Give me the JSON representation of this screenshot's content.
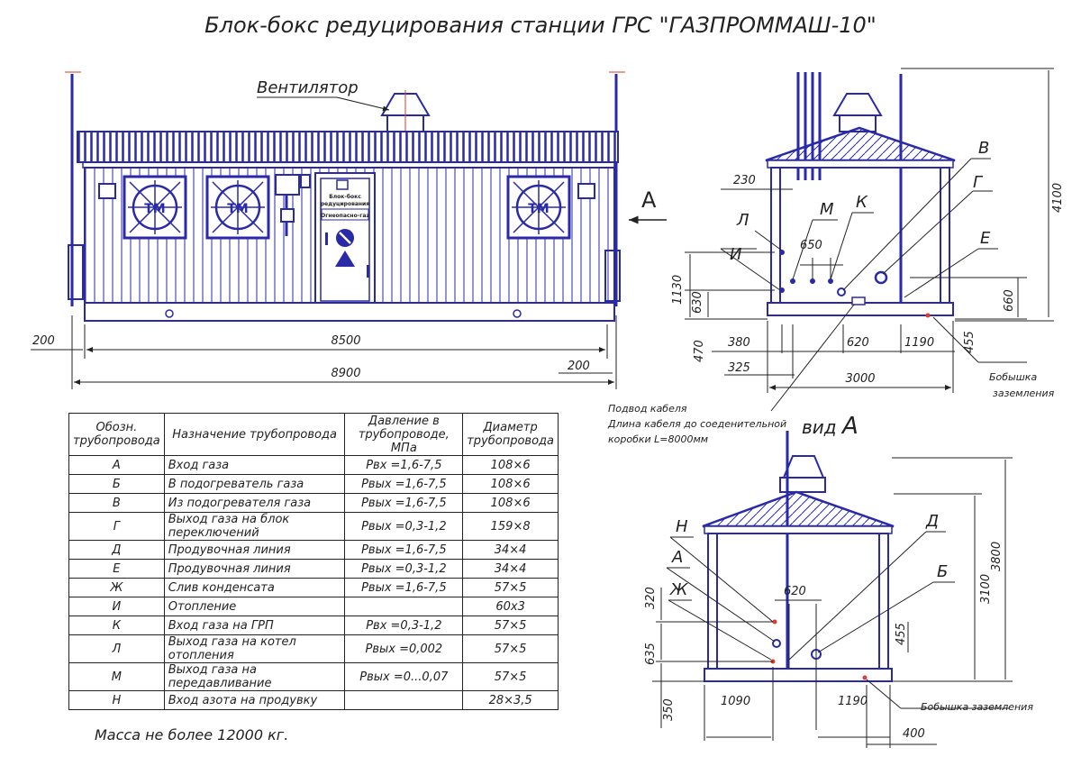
{
  "title": "Блок-бокс редуцирования станции ГРС \"ГАЗПРОММАШ-10\"",
  "front_view": {
    "ventilator_label": "Вентилятор",
    "direction_label": "А",
    "door_plate_line1": "Блок-бокс",
    "door_plate_line2": "редуцирования",
    "door_plate_line3": "Огнеопасно-газ",
    "window_emblem": "ТМ",
    "dim_8500": "8500",
    "dim_8900": "8900",
    "dim_200_left": "200",
    "dim_200_right": "200"
  },
  "side_view": {
    "labels": {
      "V": "В",
      "G": "Г",
      "E": "Е",
      "L": "Л",
      "M": "М",
      "K": "К",
      "I": "И"
    },
    "dims": {
      "d230": "230",
      "d650": "650",
      "d1130": "1130",
      "d630": "630",
      "d660": "660",
      "d4100": "4100",
      "d470": "470",
      "d380": "380",
      "d325": "325",
      "d620": "620",
      "d1190": "1190",
      "d455": "455",
      "d3000": "3000"
    },
    "grounding_line1": "Бобышка",
    "grounding_line2": "заземления"
  },
  "cable": {
    "line1": "Подвод кабеля",
    "line2": "Длина кабеля до соеденительной",
    "line3": "коробки L=8000мм"
  },
  "view_a": {
    "title_word": "вид",
    "title_letter": "А",
    "labels": {
      "N": "Н",
      "A": "А",
      "Zh": "Ж",
      "D": "Д",
      "B": "Б"
    },
    "dims": {
      "d320": "320",
      "d620": "620",
      "d455": "455",
      "d3100": "3100",
      "d3800": "3800",
      "d635": "635",
      "d350": "350",
      "d1090": "1090",
      "d1190": "1190",
      "d400": "400"
    },
    "grounding": "Бобышка заземления"
  },
  "table": {
    "headers": [
      "Обозн. трубопровода",
      "Назначение трубопровода",
      "Давление в трубопроводе, МПа",
      "Диаметр трубопровода"
    ],
    "rows": [
      {
        "code": "А",
        "purpose": "Вход газа",
        "pressure": "Pвх =1,6-7,5",
        "diameter": "108×6"
      },
      {
        "code": "Б",
        "purpose": "В подогреватель газа",
        "pressure": "Pвых =1,6-7,5",
        "diameter": "108×6"
      },
      {
        "code": "В",
        "purpose": "Из подогревателя газа",
        "pressure": "Pвых =1,6-7,5",
        "diameter": "108×6"
      },
      {
        "code": "Г",
        "purpose": "Выход газа на блок переключений",
        "pressure": "Pвых =0,3-1,2",
        "diameter": "159×8"
      },
      {
        "code": "Д",
        "purpose": "Продувочная линия",
        "pressure": "Pвых =1,6-7,5",
        "diameter": "34×4"
      },
      {
        "code": "Е",
        "purpose": "Продувочная линия",
        "pressure": "Pвых =0,3-1,2",
        "diameter": "34×4"
      },
      {
        "code": "Ж",
        "purpose": "Слив конденсата",
        "pressure": "Pвых =1,6-7,5",
        "diameter": "57×5"
      },
      {
        "code": "И",
        "purpose": "Отопление",
        "pressure": "",
        "diameter": "60х3"
      },
      {
        "code": "К",
        "purpose": "Вход газа на ГРП",
        "pressure": "Pвх =0,3-1,2",
        "diameter": "57×5"
      },
      {
        "code": "Л",
        "purpose": "Выход газа на котел отопления",
        "pressure": "Pвых =0,002",
        "diameter": "57×5"
      },
      {
        "code": "М",
        "purpose": "Выход газа на передавливание",
        "pressure": "Pвых =0...0,07",
        "diameter": "57×5"
      },
      {
        "code": "Н",
        "purpose": "Вход азота на продувку",
        "pressure": "",
        "diameter": "28×3,5"
      }
    ]
  },
  "mass": "Масса не более 12000 кг.",
  "colors": {
    "structure": "#2a2aa8",
    "dimension": "#222222",
    "accent": "#e0392b"
  }
}
